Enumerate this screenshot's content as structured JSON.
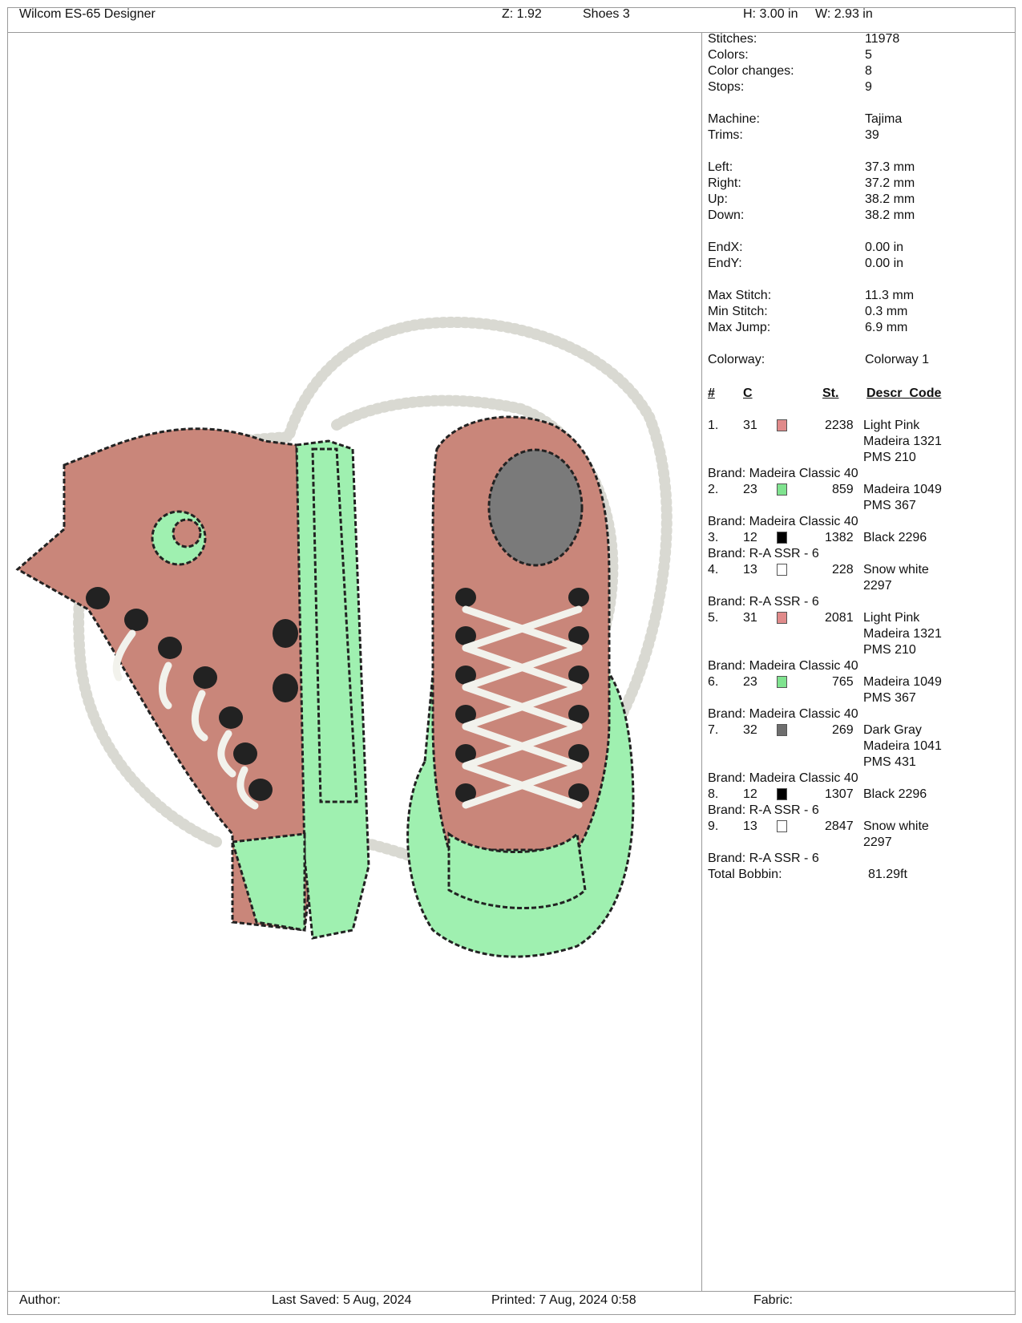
{
  "header": {
    "app_title": "Wilcom ES-65 Designer",
    "zoom": "Z: 1.92",
    "design_name": "Shoes 3",
    "height": "H: 3.00 in",
    "width": "W: 2.93 in"
  },
  "stats": {
    "stitches_label": "Stitches:",
    "stitches": "11978",
    "colors_label": "Colors:",
    "colors": "5",
    "color_changes_label": "Color changes:",
    "color_changes": "8",
    "stops_label": "Stops:",
    "stops": "9",
    "machine_label": "Machine:",
    "machine": "Tajima",
    "trims_label": "Trims:",
    "trims": "39",
    "left_label": "Left:",
    "left": "37.3 mm",
    "right_label": "Right:",
    "right": "37.2 mm",
    "up_label": "Up:",
    "up": "38.2 mm",
    "down_label": "Down:",
    "down": "38.2 mm",
    "endx_label": "EndX:",
    "endx": "0.00 in",
    "endy_label": "EndY:",
    "endy": "0.00 in",
    "max_stitch_label": "Max Stitch:",
    "max_stitch": "11.3 mm",
    "min_stitch_label": "Min Stitch:",
    "min_stitch": "0.3 mm",
    "max_jump_label": "Max Jump:",
    "max_jump": "6.9 mm",
    "colorway_label": "Colorway:",
    "colorway": "Colorway 1"
  },
  "table": {
    "headers": {
      "num": "#",
      "code": "C",
      "stitches": "St.",
      "desc": "Descr_Code"
    },
    "rows": [
      {
        "num": "1.",
        "code": "31",
        "color": "#e08a8a",
        "stitches": "2238",
        "desc1": "Light Pink",
        "desc2": "Madeira 1321",
        "desc3": "PMS 210",
        "brand": "Brand: Madeira Classic 40"
      },
      {
        "num": "2.",
        "code": "23",
        "color": "#7fe38f",
        "stitches": "859",
        "desc1": "Madeira 1049",
        "desc2": "PMS 367",
        "brand": "Brand: Madeira Classic 40"
      },
      {
        "num": "3.",
        "code": "12",
        "color": "#000000",
        "stitches": "1382",
        "desc1": "Black 2296",
        "brand": "Brand: R-A SSR - 6"
      },
      {
        "num": "4.",
        "code": "13",
        "color": "#ffffff",
        "stitches": "228",
        "desc1": "Snow white",
        "desc2": "2297",
        "brand": "Brand: R-A SSR - 6"
      },
      {
        "num": "5.",
        "code": "31",
        "color": "#e08a8a",
        "stitches": "2081",
        "desc1": "Light Pink",
        "desc2": "Madeira 1321",
        "desc3": "PMS 210",
        "brand": "Brand: Madeira Classic 40"
      },
      {
        "num": "6.",
        "code": "23",
        "color": "#7fe38f",
        "stitches": "765",
        "desc1": "Madeira 1049",
        "desc2": "PMS 367",
        "brand": "Brand: Madeira Classic 40"
      },
      {
        "num": "7.",
        "code": "32",
        "color": "#6e6e6e",
        "stitches": "269",
        "desc1": "Dark Gray",
        "desc2": "Madeira 1041",
        "desc3": "PMS 431",
        "brand": "Brand: Madeira Classic 40"
      },
      {
        "num": "8.",
        "code": "12",
        "color": "#000000",
        "stitches": "1307",
        "desc1": "Black 2296",
        "brand": "Brand: R-A SSR - 6"
      },
      {
        "num": "9.",
        "code": "13",
        "color": "#ffffff",
        "stitches": "2847",
        "desc1": "Snow white",
        "desc2": "2297",
        "brand": "Brand: R-A SSR - 6"
      }
    ],
    "total_bobbin_label": "Total Bobbin:",
    "total_bobbin": "81.29ft"
  },
  "footer": {
    "author": "Author:",
    "last_saved": "Last Saved:  5 Aug, 2024",
    "printed": "Printed:  7 Aug, 2024  0:58",
    "fabric": "Fabric:"
  },
  "design_colors": {
    "pink": "#c9867a",
    "green": "#9ff0b0",
    "black": "#222222",
    "white": "#f2f2ec",
    "gray": "#707070"
  }
}
